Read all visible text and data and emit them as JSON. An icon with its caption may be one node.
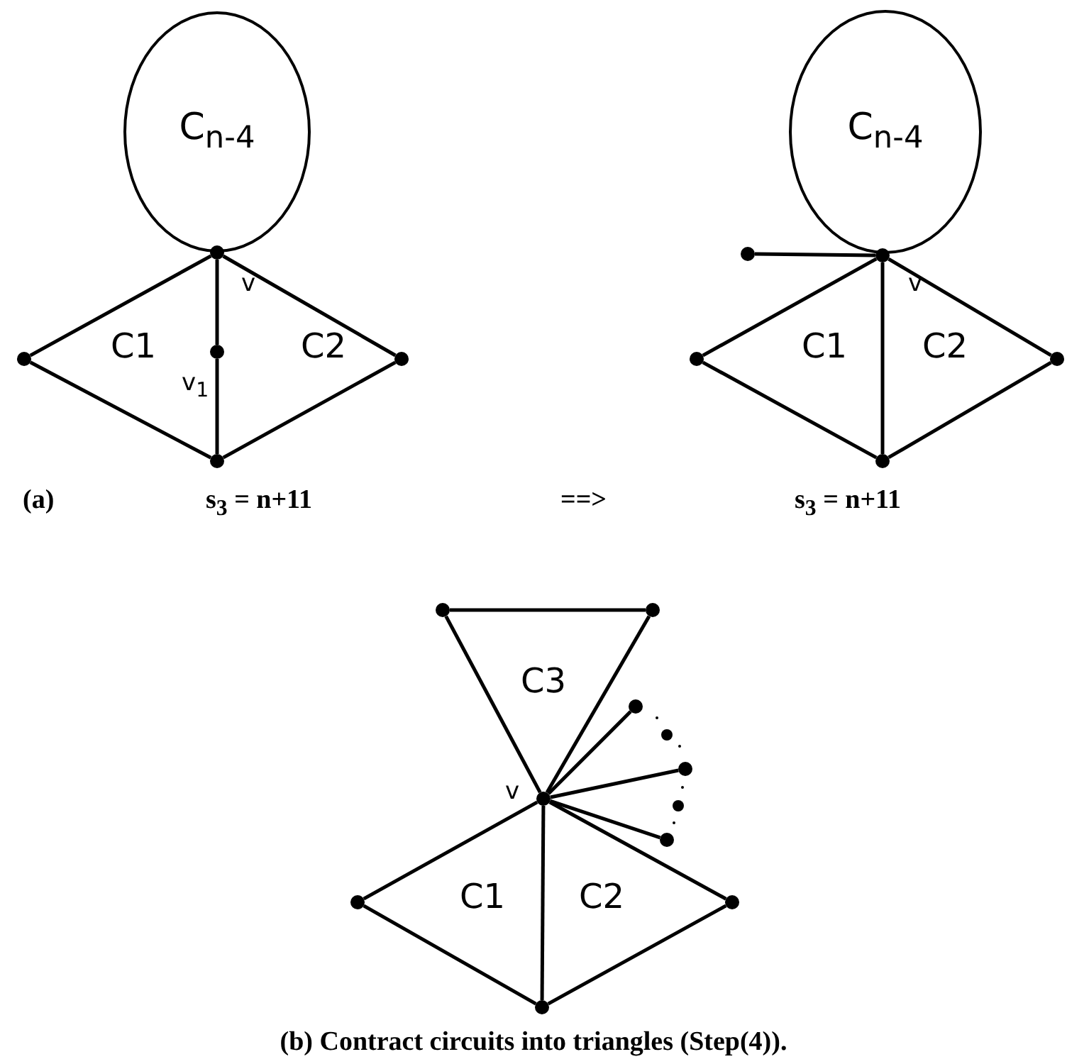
{
  "diagram": {
    "caption": "(b) Contract circuits into triangles (Step(4)).",
    "nodes": [
      {
        "text": [
          "C$_{n-4}$"
        ]
      },
      {
        "text": [],
        "shape": "circle",
        "beside": [
          "v"
        ]
      },
      {
        "text": [],
        "shape": "circle"
      },
      {
        "text": [],
        "shape": "circle",
        "beside": [
          "v$_{1}$"
        ]
      },
      {
        "text": [],
        "shape": "circle"
      },
      {
        "text": [],
        "shape": "circle"
      },
      {
        "text": [
          "C$_{n-4}$"
        ]
      },
      {
        "text": [],
        "shape": "circle"
      },
      {
        "text": [],
        "shape": "circle",
        "beside": [
          "v"
        ]
      },
      {
        "text": [],
        "shape": "circle"
      },
      {
        "text": [],
        "shape": "circle"
      },
      {
        "text": [],
        "shape": "circle"
      },
      {
        "text": [],
        "shape": "circle"
      },
      {
        "text": [],
        "shape": "circle"
      },
      {
        "text": [],
        "shape": "circle",
        "beside": [
          "v"
        ]
      },
      {
        "text": [],
        "shape": "circle"
      },
      {
        "text": [],
        "shape": "circle"
      },
      {
        "text": [],
        "shape": "circle"
      },
      {
        "text": [],
        "shape": "circle"
      },
      {
        "text": [],
        "shape": "circle"
      },
      {
        "text": [],
        "shape": "circle"
      }
    ],
    "edges": [
      {
        "from": 1,
        "to": 2,
        "arrow": "none"
      },
      {
        "from": 1,
        "to": 3,
        "arrow": "none"
      },
      {
        "from": 3,
        "to": 5,
        "arrow": "none"
      },
      {
        "from": 1,
        "to": 4,
        "arrow": "none"
      },
      {
        "from": 2,
        "to": 5,
        "arrow": "none"
      },
      {
        "from": 4,
        "to": 5,
        "arrow": "none"
      },
      {
        "from": 7,
        "to": 8,
        "arrow": "none"
      },
      {
        "from": 8,
        "to": 9,
        "arrow": "none"
      },
      {
        "from": 8,
        "to": 11,
        "arrow": "none"
      },
      {
        "from": 8,
        "to": 10,
        "arrow": "none"
      },
      {
        "from": 9,
        "to": 11,
        "arrow": "none"
      },
      {
        "from": 10,
        "to": 11,
        "arrow": "none"
      },
      {
        "from": 12,
        "to": 13,
        "arrow": "none"
      },
      {
        "from": 12,
        "to": 14,
        "arrow": "none"
      },
      {
        "from": 13,
        "to": 14,
        "arrow": "none"
      },
      {
        "from": 14,
        "to": 15,
        "arrow": "none"
      },
      {
        "from": 14,
        "to": 16,
        "arrow": "none"
      },
      {
        "from": 14,
        "to": 17,
        "arrow": "none"
      },
      {
        "from": 14,
        "to": 18,
        "arrow": "none"
      },
      {
        "from": 14,
        "to": 20,
        "arrow": "none"
      },
      {
        "from": 14,
        "to": 19,
        "arrow": "none"
      },
      {
        "from": 18,
        "to": 20,
        "arrow": "none"
      },
      {
        "from": 19,
        "to": 20,
        "arrow": "none"
      }
    ],
    "labels": [
      "C1",
      "C2",
      "C1",
      "C2",
      "(a)",
      "s$_{3}$ = n+11",
      "==>",
      "s$_{3}$ = n+11",
      "C3",
      "C1",
      "C2"
    ]
  }
}
